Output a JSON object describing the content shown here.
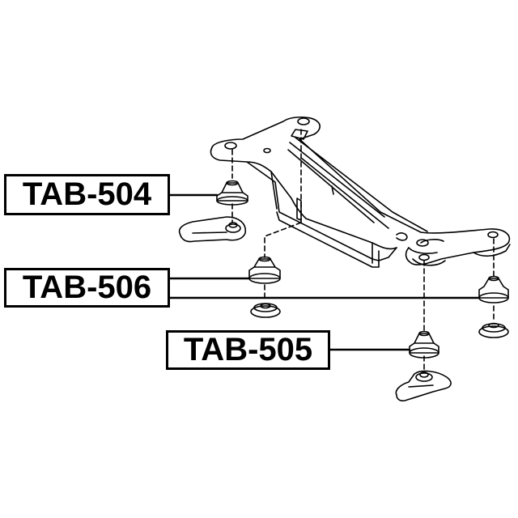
{
  "diagram": {
    "subject": "subframe / crossmember with mounting bushings",
    "callouts": [
      {
        "id": "tab-504",
        "label": "TAB-504"
      },
      {
        "id": "tab-506",
        "label": "TAB-506"
      },
      {
        "id": "tab-505",
        "label": "TAB-505"
      }
    ],
    "colors": {
      "line": "#000000",
      "background": "#ffffff"
    }
  }
}
